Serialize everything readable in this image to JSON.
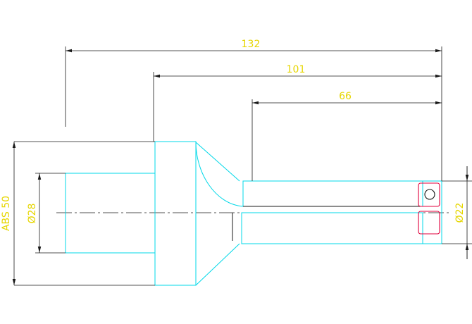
{
  "colors": {
    "background": "#ffffff",
    "dimension_line": "#1a1a1a",
    "dimension_text": "#e6d600",
    "body_outline": "#00d8e8",
    "edge_outline": "#1a1a1a",
    "insert": "#e0003c",
    "centerline": "#1a1a1a"
  },
  "dimensions": {
    "overall_length": "132",
    "flange_to_tip": "101",
    "shank_length": "66",
    "abs_diameter": "ABS 50",
    "shank_diameter": "Ø28",
    "tip_diameter": "Ø22"
  }
}
